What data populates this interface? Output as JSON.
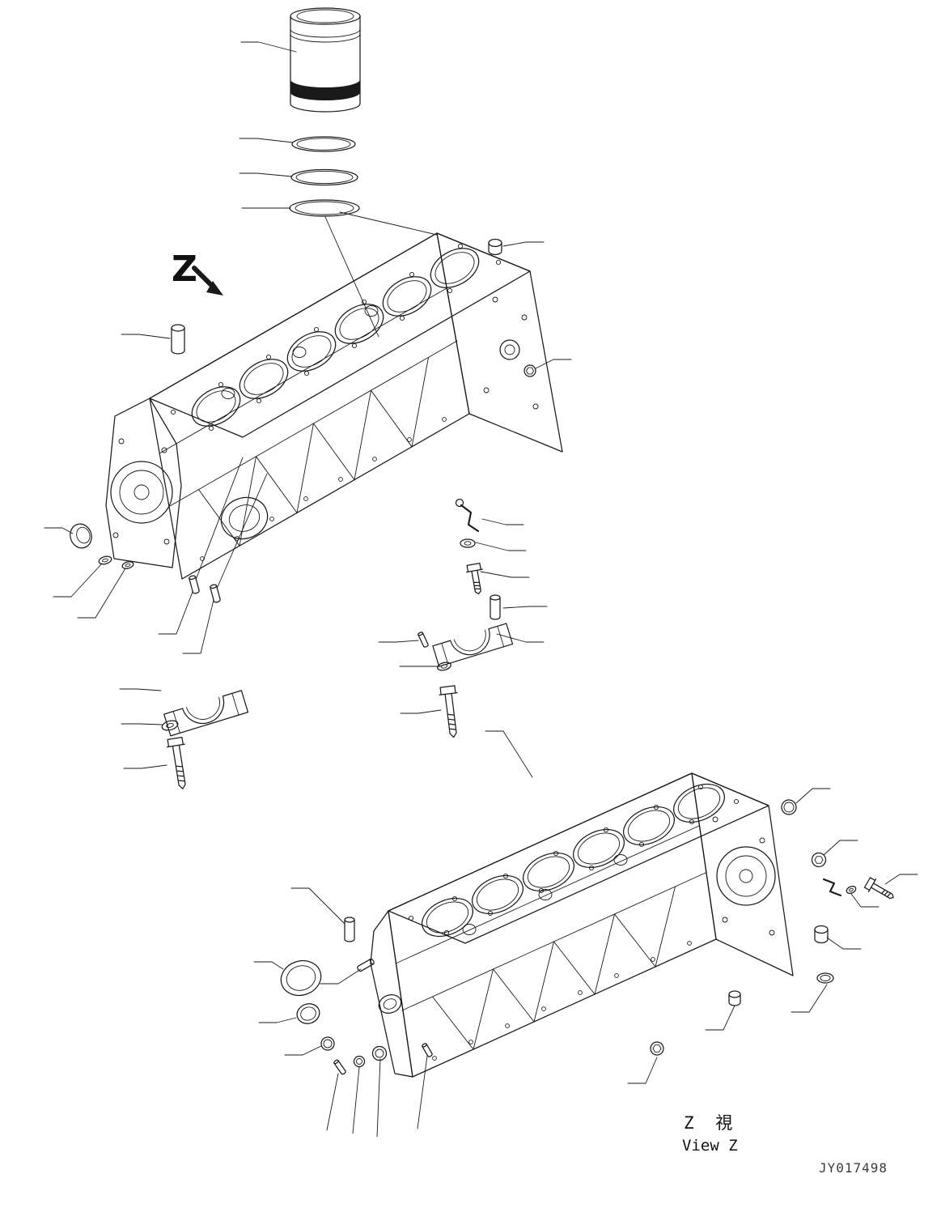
{
  "colors": {
    "ink": "#1a1a1a",
    "paper": "#ffffff",
    "drawing_number_ink": "#3c3c3c"
  },
  "view_marker": {
    "label": "Z"
  },
  "view_caption": {
    "cjk": "Z 視",
    "en": "View Z"
  },
  "drawing_number": "JY017498",
  "components": {
    "exploded_parts_top": [
      "cylinder-liner",
      "piston-ring-top",
      "piston-ring-middle",
      "piston-ring-bottom"
    ],
    "upper_view": [
      "engine-block",
      "flywheel-housing-face",
      "dowel-pin",
      "cup-plug",
      "hex-plug",
      "oil-fitting",
      "washer",
      "flange-bolt",
      "main-bearing-cap",
      "bearing-cap-bolt",
      "cover-cup",
      "locating-pin"
    ],
    "lower_view": [
      "engine-block",
      "front-seal-ring",
      "seal-ring",
      "o-ring",
      "dowel-pin",
      "hex-plug",
      "cup-plug",
      "washer",
      "flange-bolt",
      "drain-plug",
      "clip"
    ]
  }
}
